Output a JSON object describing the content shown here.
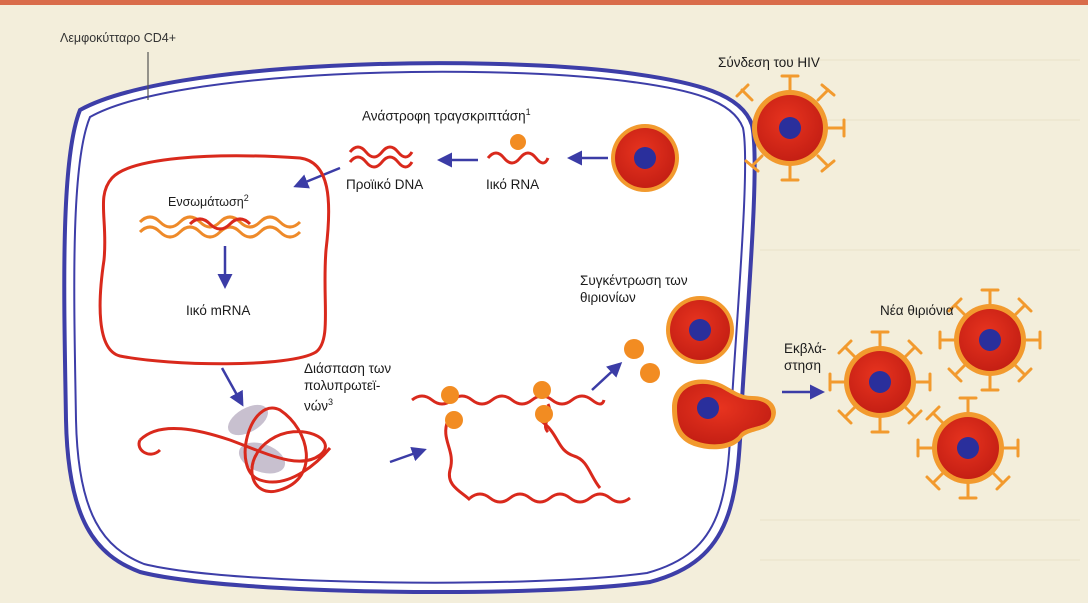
{
  "labels": {
    "cell_name": "Λεμφοκύτταρο CD4+",
    "binding": "Σύνδεση του HIV",
    "reverse_transcriptase": "Ανάστροφη τραγσκριπτάση",
    "reverse_transcriptase_note": "1",
    "proviral_dna": "Προϊικό DNA",
    "viral_rna": "Ιικό RNA",
    "integration": "Ενσωμάτωση",
    "integration_note": "2",
    "viral_mrna": "Ιικό mRNA",
    "cleavage": "Διάσπαση των\nπολυπρωτεϊ-\nνών",
    "cleavage_note": "3",
    "assembly": "Συγκέντρωση των\nθιριονίων",
    "budding": "Εκβλά-\nστηση",
    "new_virions": "Νέα θιριόνια"
  },
  "colors": {
    "paper": "#f3eedb",
    "cell_membrane": "#3d3ea8",
    "virus_body": "#d9291c",
    "virus_rim": "#f29a2e",
    "virus_core": "#2a2f9c",
    "rna_strand": "#d9291c",
    "dna_strand": "#ee8a2a",
    "arrow": "#3b3ca6",
    "protein_bead": "#f28c22"
  }
}
